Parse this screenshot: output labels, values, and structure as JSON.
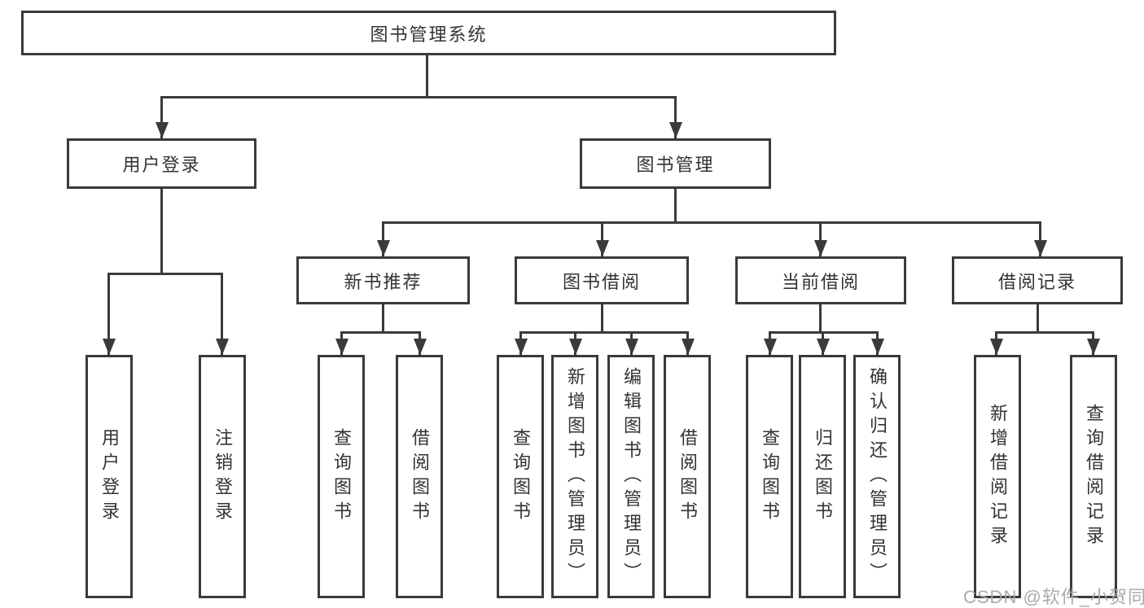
{
  "diagram": {
    "root": {
      "label": "图书管理系统"
    },
    "level2": [
      {
        "label": "用户登录"
      },
      {
        "label": "图书管理"
      }
    ],
    "level3": [
      {
        "label": "新书推荐",
        "parent": "图书管理"
      },
      {
        "label": "图书借阅",
        "parent": "图书管理"
      },
      {
        "label": "当前借阅",
        "parent": "图书管理"
      },
      {
        "label": "借阅记录",
        "parent": "图书管理"
      }
    ],
    "leaves": [
      {
        "label": "用户登录",
        "parent": "用户登录"
      },
      {
        "label": "注销登录",
        "parent": "用户登录"
      },
      {
        "label": "查询图书",
        "parent": "新书推荐"
      },
      {
        "label": "借阅图书",
        "parent": "新书推荐"
      },
      {
        "label": "查询图书",
        "parent": "图书借阅"
      },
      {
        "label": "新增图书（管理员）",
        "parent": "图书借阅"
      },
      {
        "label": "编辑图书（管理员）",
        "parent": "图书借阅"
      },
      {
        "label": "借阅图书",
        "parent": "图书借阅"
      },
      {
        "label": "查询图书",
        "parent": "当前借阅"
      },
      {
        "label": "归还图书",
        "parent": "当前借阅"
      },
      {
        "label": "确认归还（管理员）",
        "parent": "当前借阅"
      },
      {
        "label": "新增借阅记录",
        "parent": "借阅记录"
      },
      {
        "label": "查询借阅记录",
        "parent": "借阅记录"
      }
    ]
  },
  "watermark": {
    "text": "CSDN @软件_小贺同学"
  },
  "colors": {
    "line": "#3a3a3a",
    "text": "#333333",
    "background": "#ffffff",
    "watermark": "#a6a6ac"
  }
}
